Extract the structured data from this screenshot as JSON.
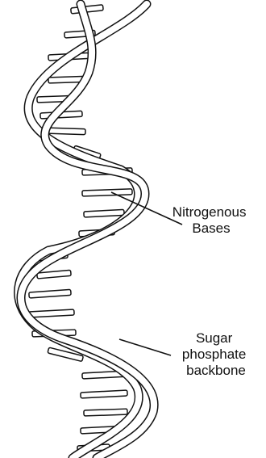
{
  "diagram": {
    "labels": {
      "nitrogenous": [
        "Nitrogenous",
        "Bases"
      ],
      "sugar": [
        "Sugar",
        "phosphate",
        "backbone"
      ]
    }
  }
}
